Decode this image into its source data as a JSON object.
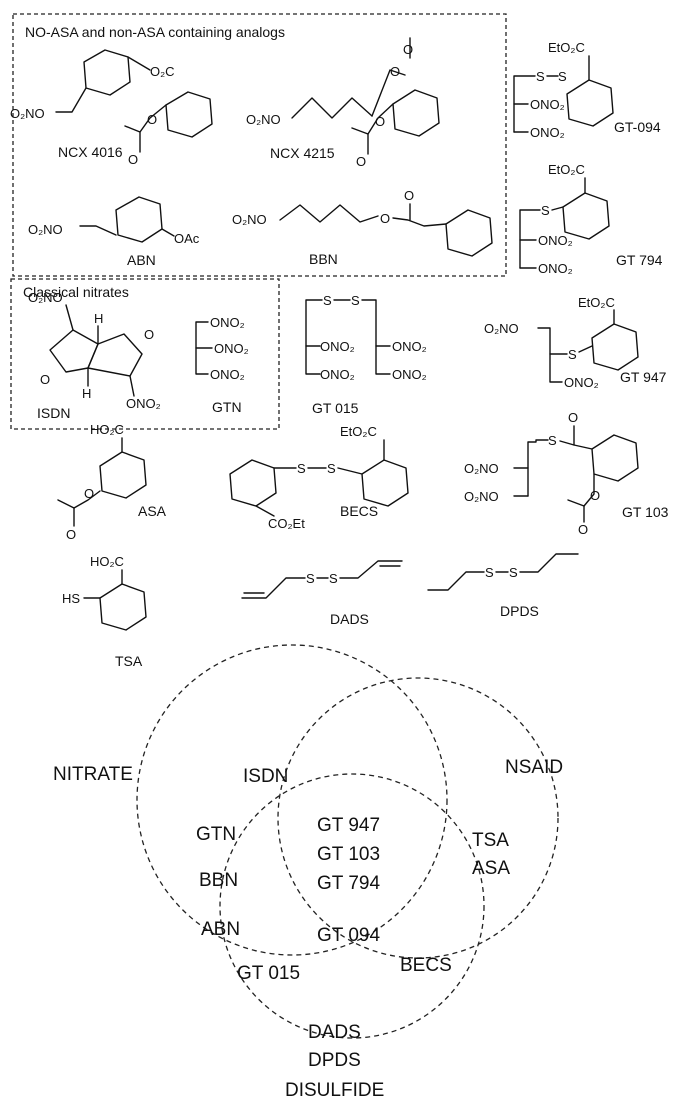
{
  "boxes": {
    "analogs_title": "NO-ASA and non-ASA containing analogs",
    "classical_title": "Classical nitrates"
  },
  "compounds": {
    "ncx4016": "NCX 4016",
    "ncx4215": "NCX 4215",
    "abn": "ABN",
    "bbn": "BBN",
    "isdn": "ISDN",
    "gtn": "GTN",
    "gt094": "GT-094",
    "gt794": "GT 794",
    "gt015": "GT 015",
    "gt947": "GT 947",
    "gt103": "GT 103",
    "asa": "ASA",
    "becs": "BECS",
    "tsa": "TSA",
    "dads": "DADS",
    "dpds": "DPDS"
  },
  "groups": {
    "o2no": "O₂NO",
    "ono2": "ONO₂",
    "co2": "O₂C",
    "eto2c": "EtO₂C",
    "ho2c": "HO₂C",
    "co2et": "CO₂Et",
    "oac": "OAc",
    "o": "O",
    "s": "S",
    "h": "H",
    "hs": "HS"
  },
  "venn": {
    "sets": [
      "NITRATE",
      "NSAID",
      "DISULFIDE"
    ],
    "nitrate_only": [
      "ISDN",
      "GTN",
      "BBN",
      "ABN"
    ],
    "nsaid_only": [
      "TSA",
      "ASA"
    ],
    "disulfide_only": [
      "DADS",
      "DPDS"
    ],
    "nitrate_nsaid": [
      "GT 947",
      "GT 103",
      "GT 794"
    ],
    "nitrate_disulfide": [
      "GT 015"
    ],
    "nsaid_disulfide": [
      "BECS"
    ],
    "all_three": [
      "GT 094"
    ]
  }
}
